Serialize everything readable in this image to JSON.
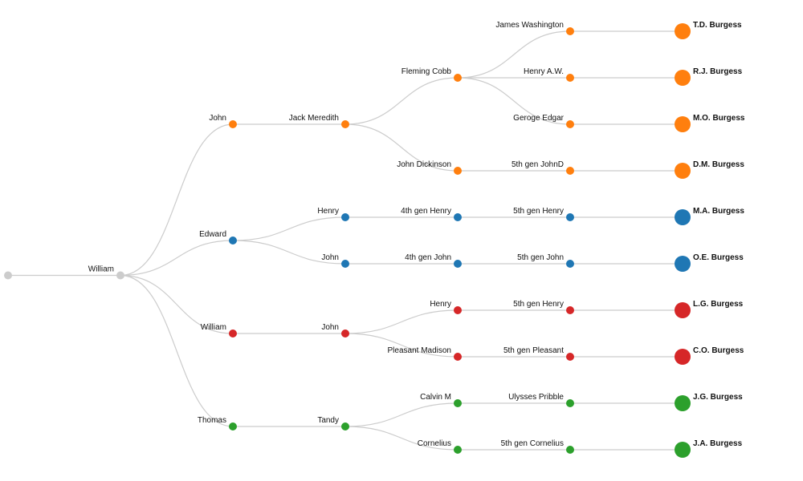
{
  "colors": {
    "root": "#cccccc",
    "orange": "#ff7f0e",
    "blue": "#1f77b4",
    "red": "#d62728",
    "green": "#2ca02c",
    "link": "#cccccc"
  },
  "tree": {
    "name": "",
    "color": "root",
    "children": [
      {
        "name": "William",
        "color": "root",
        "children": [
          {
            "name": "John",
            "color": "orange",
            "children": [
              {
                "name": "Jack Meredith",
                "color": "orange",
                "children": [
                  {
                    "name": "Fleming Cobb",
                    "color": "orange",
                    "children": [
                      {
                        "name": "James Washington",
                        "color": "orange",
                        "children": [
                          {
                            "name": "T.D. Burgess",
                            "color": "orange",
                            "leaf": true
                          }
                        ]
                      },
                      {
                        "name": "Henry A.W.",
                        "color": "orange",
                        "children": [
                          {
                            "name": "R.J. Burgess",
                            "color": "orange",
                            "leaf": true
                          }
                        ]
                      },
                      {
                        "name": "Geroge Edgar",
                        "color": "orange",
                        "children": [
                          {
                            "name": "M.O. Burgess",
                            "color": "orange",
                            "leaf": true
                          }
                        ]
                      }
                    ]
                  },
                  {
                    "name": "John Dickinson",
                    "color": "orange",
                    "children": [
                      {
                        "name": "5th gen JohnD",
                        "color": "orange",
                        "children": [
                          {
                            "name": "D.M. Burgess",
                            "color": "orange",
                            "leaf": true
                          }
                        ]
                      }
                    ]
                  }
                ]
              }
            ]
          },
          {
            "name": "Edward",
            "color": "blue",
            "children": [
              {
                "name": "Henry",
                "color": "blue",
                "children": [
                  {
                    "name": "4th gen Henry",
                    "color": "blue",
                    "children": [
                      {
                        "name": "5th gen Henry",
                        "color": "blue",
                        "children": [
                          {
                            "name": "M.A. Burgess",
                            "color": "blue",
                            "leaf": true
                          }
                        ]
                      }
                    ]
                  }
                ]
              },
              {
                "name": "John",
                "color": "blue",
                "children": [
                  {
                    "name": "4th gen John",
                    "color": "blue",
                    "children": [
                      {
                        "name": "5th gen John",
                        "color": "blue",
                        "children": [
                          {
                            "name": "O.E. Burgess",
                            "color": "blue",
                            "leaf": true
                          }
                        ]
                      }
                    ]
                  }
                ]
              }
            ]
          },
          {
            "name": "William",
            "color": "red",
            "children": [
              {
                "name": "John",
                "color": "red",
                "children": [
                  {
                    "name": "Henry",
                    "color": "red",
                    "children": [
                      {
                        "name": "5th gen Henry",
                        "color": "red",
                        "children": [
                          {
                            "name": "L.G. Burgess",
                            "color": "red",
                            "leaf": true
                          }
                        ]
                      }
                    ]
                  },
                  {
                    "name": "Pleasant Madison",
                    "color": "red",
                    "children": [
                      {
                        "name": "5th gen Pleasant",
                        "color": "red",
                        "children": [
                          {
                            "name": "C.O. Burgess",
                            "color": "red",
                            "leaf": true
                          }
                        ]
                      }
                    ]
                  }
                ]
              }
            ]
          },
          {
            "name": "Thomas",
            "color": "green",
            "children": [
              {
                "name": "Tandy",
                "color": "green",
                "children": [
                  {
                    "name": "Calvin M",
                    "color": "green",
                    "children": [
                      {
                        "name": "Ulysses Pribble",
                        "color": "green",
                        "children": [
                          {
                            "name": "J.G. Burgess",
                            "color": "green",
                            "leaf": true
                          }
                        ]
                      }
                    ]
                  },
                  {
                    "name": "Cornelius",
                    "color": "green",
                    "children": [
                      {
                        "name": "5th gen Cornelius",
                        "color": "green",
                        "children": [
                          {
                            "name": "J.A. Burgess",
                            "color": "green",
                            "leaf": true
                          }
                        ]
                      }
                    ]
                  }
                ]
              }
            ]
          }
        ]
      }
    ]
  }
}
